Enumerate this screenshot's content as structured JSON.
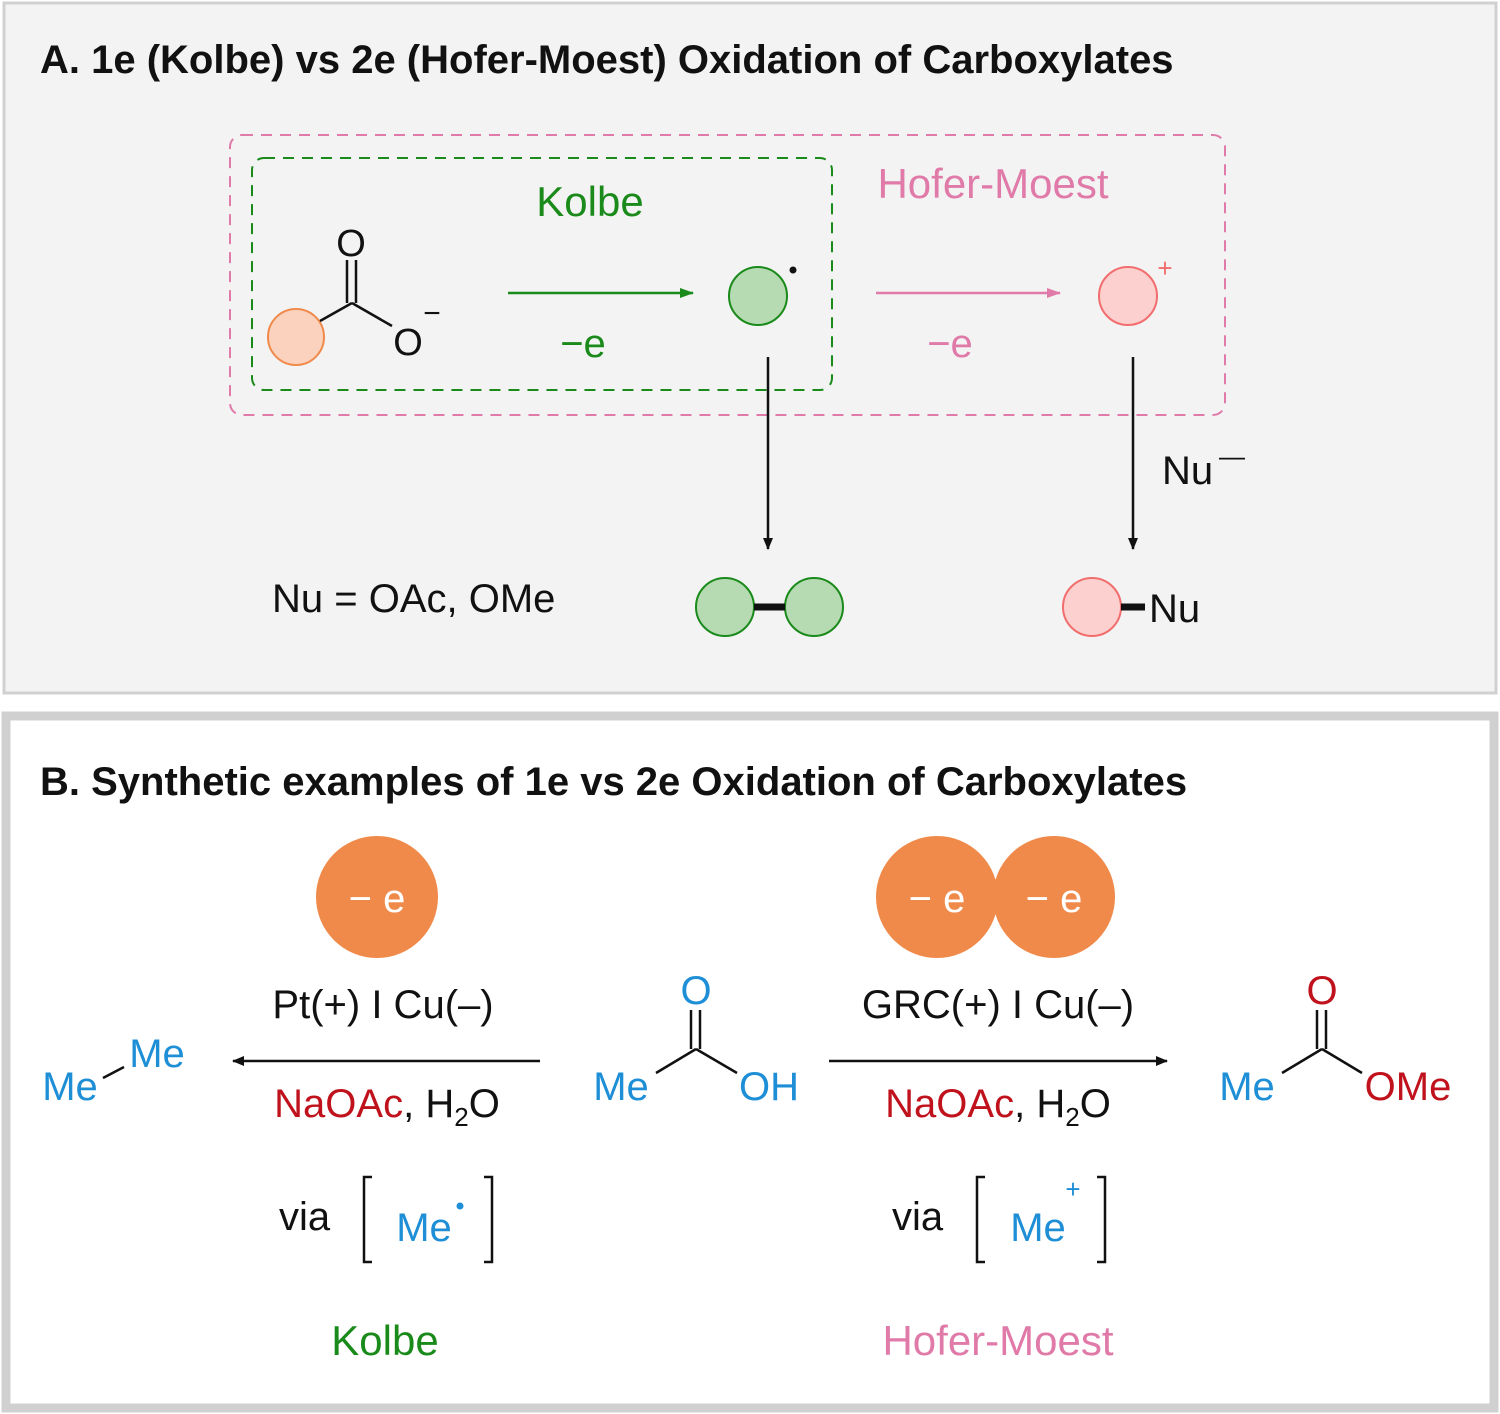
{
  "panel_a": {
    "title": "A. 1e (Kolbe) vs 2e (Hofer-Moest) Oxidation of Carboxylates",
    "kolbe_label": "Kolbe",
    "hofer_label": "Hofer-Moest",
    "carbonyl_o": "O",
    "carboxylate_o": "O",
    "minus_sign": "−",
    "radical_dot": "•",
    "plus_sign": "+",
    "step1_label": "−e",
    "step2_label": "−e",
    "nu_minus": "Nu",
    "nu_minus_charge": "—",
    "nu_definition": "Nu = OAc, OMe",
    "product_nu": "Nu"
  },
  "panel_b": {
    "title": "B. Synthetic examples of 1e vs 2e Oxidation of Carboxylates",
    "one_e_badge": "− e",
    "two_e_badge_1": "− e",
    "two_e_badge_2": "− e",
    "left_conditions_top": "Pt(+) I Cu(–)",
    "right_conditions_top": "GRC(+) I Cu(–)",
    "conditions_reagent": "NaOAc",
    "conditions_solvent_pre": ", H",
    "conditions_solvent_sub": "2",
    "conditions_solvent_post": "O",
    "acid_o": "O",
    "acid_me": "Me",
    "acid_oh": "OH",
    "ethane_me1": "Me",
    "ethane_me2": "Me",
    "ester_o": "O",
    "ester_me": "Me",
    "ester_ome": "OMe",
    "via": "via",
    "radical_intermediate": "Me",
    "radical_dot": "•",
    "cation_intermediate": "Me",
    "cation_plus": "+",
    "kolbe_label": "Kolbe",
    "hofer_label": "Hofer-Moest"
  },
  "colors": {
    "kolbe_green": "#1a8a1a",
    "hofer_pink": "#e07aa8",
    "blue": "#1e8fd6",
    "red": "#c0121c",
    "orange": "#f08a4b"
  }
}
